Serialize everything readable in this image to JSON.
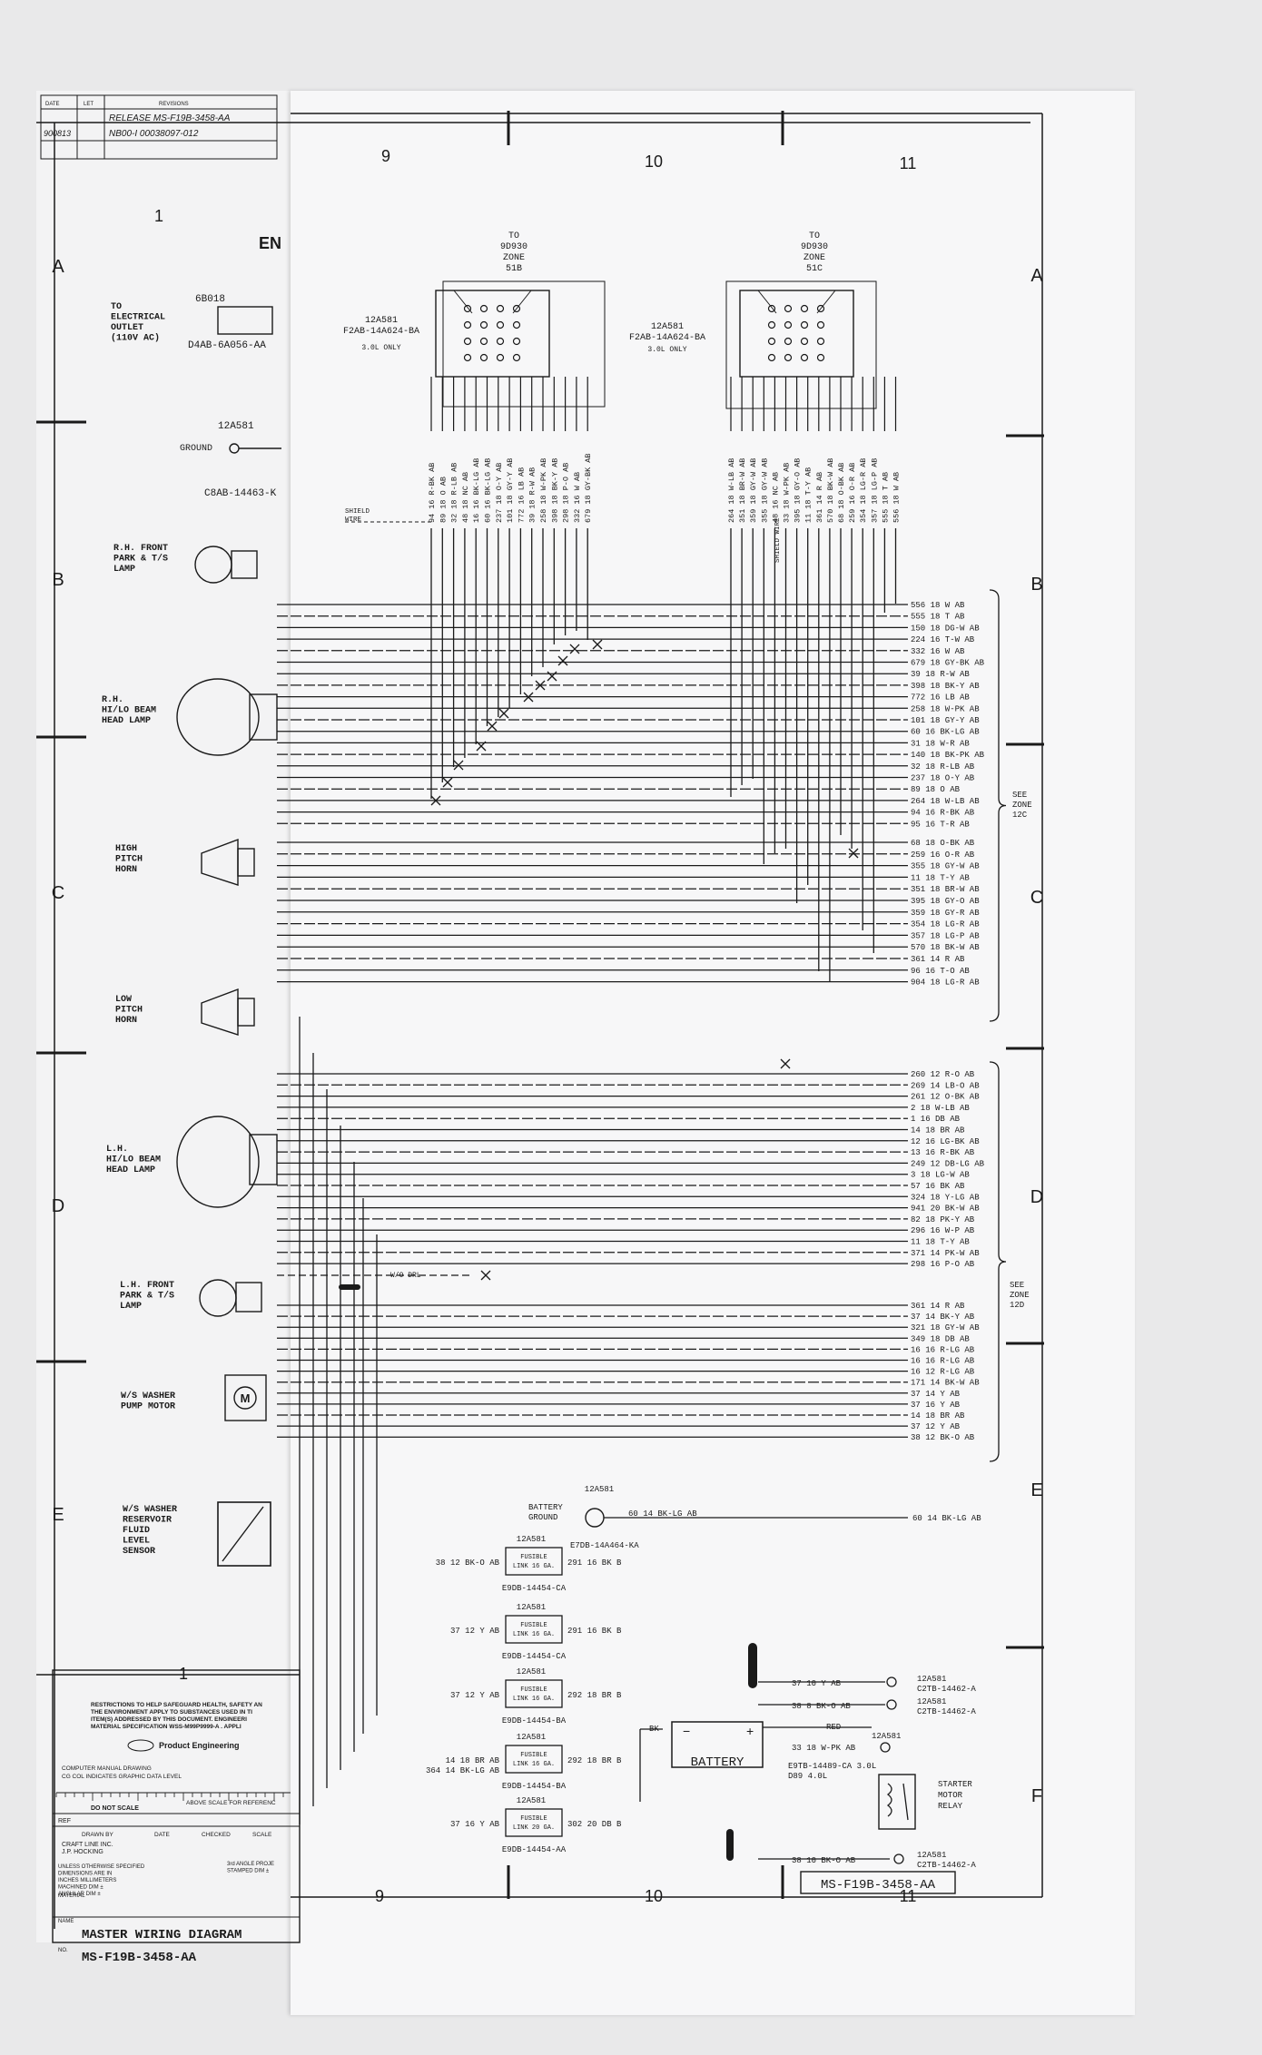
{
  "revisions": {
    "headers": [
      "DATE",
      "LET",
      "REVISIONS"
    ],
    "date": "900813",
    "line1": "RELEASE MS-F19B-3458-AA",
    "line2": "NB00-I 00038097-012"
  },
  "zones_left": [
    "A",
    "B",
    "C",
    "D",
    "E"
  ],
  "zones_right": [
    "A",
    "B",
    "C",
    "D",
    "E",
    "F"
  ],
  "cols_top": [
    "1",
    "9",
    "10",
    "11"
  ],
  "cols_bottom": [
    "1",
    "9",
    "10",
    "11"
  ],
  "stub_en": "EN",
  "left_components": [
    {
      "label": "TO\nELECTRICAL\nOUTLET\n(110V AC)",
      "part": "6B018",
      "num": "D4AB-6A056-AA"
    },
    {
      "label": "GROUND",
      "part": "12A581",
      "num": "C8AB-14463-K"
    },
    {
      "label": "R.H. FRONT\nPARK & T/S\nLAMP"
    },
    {
      "label": "R.H.\nHI/LO BEAM\nHEAD LAMP"
    },
    {
      "label": "HIGH\nPITCH\nHORN"
    },
    {
      "label": "LOW\nPITCH\nHORN"
    },
    {
      "label": "L.H.\nHI/LO BEAM\nHEAD LAMP"
    },
    {
      "label": "L.H. FRONT\nPARK & T/S\nLAMP"
    },
    {
      "label": "W/S WASHER\nPUMP MOTOR"
    },
    {
      "label": "W/S WASHER\nRESERVOIR\nFLUID\nLEVEL\nSENSOR"
    }
  ],
  "conn51b": {
    "title": "TO\n9D930\nZONE\n51B",
    "part": "12A581",
    "num": "F2AB-14A624-BA",
    "note": "3.0L ONLY",
    "wires": [
      "94 16 R-BK AB",
      "89 18 O AB",
      "32 18 R-LB AB",
      "48 18 NC AB",
      "16 16 BK-LG AB",
      "60 16 BK-LG AB",
      "237 18 O-Y AB",
      "101 18 GY-Y AB",
      "772 16 LB AB",
      "39 18 R-W AB",
      "258 18 W-PK AB",
      "398 18 BK-Y AB",
      "298 18 P-O AB",
      "332 16 W AB",
      "679 18 GY-BK AB"
    ]
  },
  "conn51c": {
    "title": "TO\n9D930\nZONE\n51C",
    "wires": [
      "264 18 W-LB AB",
      "351 18 BR-W AB",
      "359 18 GY-W AB",
      "355 18 GY-W AB",
      "48 16 NC AB",
      "33 18 W-PK AB",
      "395 18 GY-O AB",
      "11 18 T-Y AB",
      "361 14 R AB",
      "570 18 BK-W AB",
      "68 18 O-BK AB",
      "259 16 O-R AB",
      "354 18 LG-R AB",
      "357 18 LG-P AB",
      "555 18 T AB",
      "556 18 W AB"
    ]
  },
  "mid_part": {
    "part": "12A581",
    "num": "F2AB-14A624-BA",
    "note": "3.0L ONLY"
  },
  "shield_wire": "SHIELD\nWIRE",
  "shield_wire_v": "SHIELD WIRE",
  "wd_drl": "W/O DRL",
  "group1": [
    "556 18 W AB",
    "555 18 T AB",
    "150 18 DG-W AB",
    "224 16 T-W AB",
    "332 16 W AB",
    "679 18 GY-BK AB",
    "39 18 R-W AB",
    "398 18 BK-Y AB",
    "772 16 LB AB",
    "258 18 W-PK AB",
    "101 18 GY-Y AB",
    "60 16 BK-LG AB",
    "31 18 W-R AB",
    "140 18 BK-PK AB",
    "32 18 R-LB AB",
    "237 18 O-Y AB",
    "89 18 O AB",
    "264 18 W-LB AB",
    "94 16 R-BK AB",
    "95 16 T-R AB"
  ],
  "group2": [
    "68 18 O-BK AB",
    "259 16 O-R AB",
    "355 18 GY-W AB",
    "11 18 T-Y AB",
    "351 18 BR-W AB",
    "395 18 GY-O AB",
    "359 18 GY-R AB",
    "354 18 LG-R AB",
    "357 18 LG-P AB",
    "570 18 BK-W AB",
    "361 14 R AB",
    "96 16 T-O AB",
    "904 18 LG-R AB"
  ],
  "group3": [
    "260 12 R-O AB",
    "269 14 LB-O AB",
    "261 12 O-BK AB",
    "2 18 W-LB AB",
    "1 16 DB AB",
    "14 18 BR AB",
    "12 16 LG-BK AB",
    "13 16 R-BK AB",
    "249 12 DB-LG AB",
    "3 18 LG-W AB",
    "57 16 BK AB",
    "324 18 Y-LG AB",
    "941 20 BK-W AB",
    "82 18 PK-Y AB",
    "296 16 W-P AB",
    "11 18 T-Y AB",
    "371 14 PK-W AB",
    "298 16 P-O AB"
  ],
  "group4": [
    "361 14 R AB",
    "37 14 BK-Y AB",
    "321 18 GY-W AB",
    "349 18 DB AB",
    "16 16 R-LG AB",
    "16 16 R-LG AB",
    "16 12 R-LG AB",
    "171 14 BK-W AB",
    "37 14 Y AB",
    "37 16 Y AB",
    "14 18 BR AB",
    "37 12 Y AB",
    "38 12 BK-O AB"
  ],
  "see12c": "SEE\nZONE\n12C",
  "see12d": "SEE\nZONE\n12D",
  "batt_ground": {
    "label": "BATTERY\nGROUND",
    "part": "12A581",
    "num": "E7DB-14A464-KA",
    "wire": "60 14 BK-LG AB"
  },
  "fusible": [
    {
      "part": "12A581",
      "in": "38 12 BK-O AB",
      "text": "FUSIBLE\nLINK 16 GA.",
      "out": "291 16 BK B",
      "num": "E9DB-14454-CA"
    },
    {
      "part": "12A581",
      "in": "37 12 Y AB",
      "text": "FUSIBLE\nLINK 16 GA.",
      "out": "291 16 BK B",
      "num": "E9DB-14454-CA"
    },
    {
      "part": "12A581",
      "in": "37 12 Y AB",
      "text": "FUSIBLE\nLINK 16 GA.",
      "out": "292 18 BR B",
      "num": "E9DB-14454-BA"
    },
    {
      "part": "12A581",
      "in": "14 18 BR AB\n364 14 BK-LG AB",
      "text": "FUSIBLE\nLINK 16 GA.",
      "out": "292 18 BR B",
      "num": "E9DB-14454-BA"
    },
    {
      "part": "12A581",
      "in": "37 16 Y AB",
      "text": "FUSIBLE\nLINK 20 GA.",
      "out": "302 20 DB B",
      "num": "E9DB-14454-AA"
    }
  ],
  "right_wires": {
    "w1": "37 10 Y AB",
    "w2": "38 8 BK-O AB",
    "red": "RED",
    "bk": "BK",
    "w3": "33 18 W-PK AB",
    "w4": "38 10 BK-O AB",
    "term1": "12A581\nC2TB-14462-A",
    "term2": "12A581\nC2TB-14462-A",
    "term3": "12A581",
    "sub3": "E9TB-14489-CA 3.0L\nD89 4.0L",
    "term4": "12A581\nC2TB-14462-A",
    "battery": "BATTERY",
    "starter": "STARTER\nMOTOR\nRELAY"
  },
  "title_block": {
    "safety": "RESTRICTIONS TO HELP SAFEGUARD HEALTH, SAFETY AN\nTHE ENVIRONMENT APPLY TO SUBSTANCES USED IN TI\nITEM(S) ADDRESSED BY THIS DOCUMENT. ENGINEERI\nMATERIAL SPECIFICATION WSS-M99P9999-A . APPLI",
    "brand": "Product Engineering",
    "opts": "COMPUTER     MANUAL DRAWING\nCG COL INDICATES GRAPHIC DATA LEVEL",
    "noscale": "DO NOT SCALE",
    "scale_note": "ABOVE SCALE FOR REFERENC",
    "ref": "REF",
    "cols": [
      "DRAWN BY",
      "DATE",
      "CHECKED",
      "SCALE"
    ],
    "drawn": "CRAFT LINE INC.\nJ.P. HOCKING",
    "units": "UNLESS OTHERWISE SPECIFIED\nDIMENSIONS ARE IN\nINCHES   MILLIMETERS\nMACHINED DIM ±\nANGULAR DIM ±",
    "angle": "3rd ANGLE PROJE\nSTAMPED DIM ±",
    "material": "MATERIAL",
    "name_label": "NAME",
    "title": "MASTER WIRING DIAGRAM",
    "no_label": "NO.",
    "number": "MS-F19B-3458-AA"
  },
  "footer_number": "MS-F19B-3458-AA"
}
